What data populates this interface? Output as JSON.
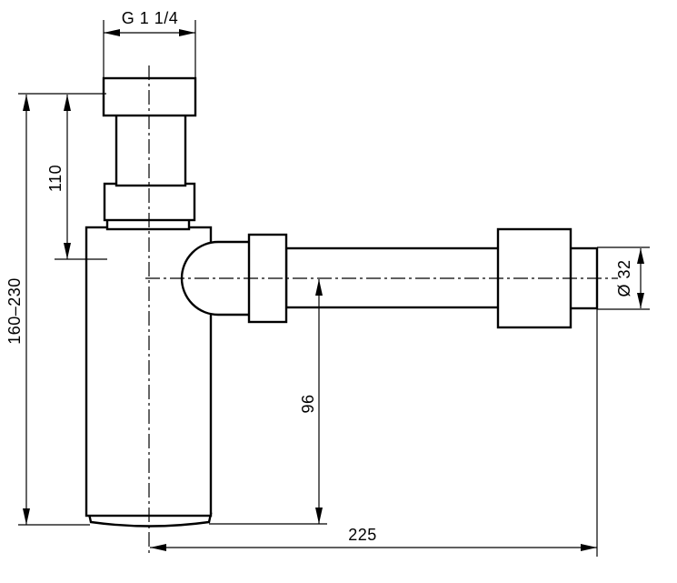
{
  "dimensions": {
    "thread": "G 1 1/4",
    "total_height": "160–230",
    "top_height": "110",
    "outlet_height": "96",
    "outlet_length": "225",
    "outlet_diameter": "Ø 32"
  },
  "colors": {
    "line": "#000000",
    "background": "#ffffff"
  }
}
